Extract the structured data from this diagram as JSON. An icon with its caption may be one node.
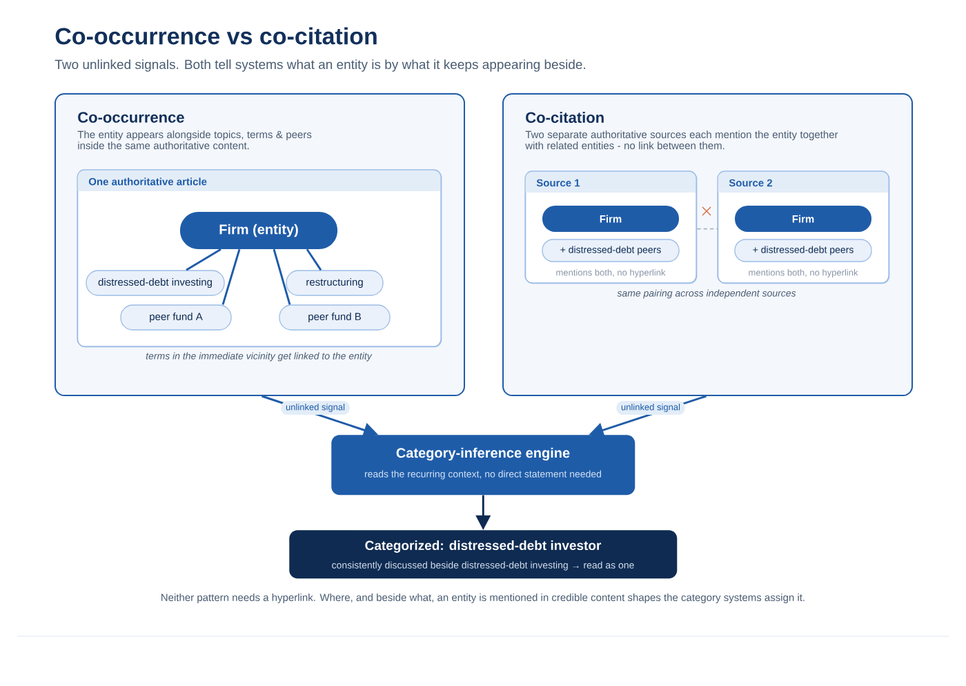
{
  "diagram": {
    "title": "Co-occurrence vs co-citation",
    "caption": "Neither pattern needs a hyperlink. Where, and beside what, an entity is mentioned in credible content shapes the category systems assign it.",
    "labels": [
      "Two unlinked signals. Both tell systems what an entity is by what it keeps appearing beside."
    ],
    "nodes": [
      {
        "text": [
          "Co-occurrence",
          "The entity appears alongside topics, terms & peers inside the same authoritative content.",
          "terms in the immediate vicinity get linked to the entity"
        ]
      },
      {
        "text": [
          "One authoritative article"
        ],
        "in": 0
      },
      {
        "text": [
          "Firm (entity)"
        ],
        "in": 1
      },
      {
        "text": [
          "distressed-debt investing"
        ],
        "in": 1
      },
      {
        "text": [
          "restructuring"
        ],
        "in": 1
      },
      {
        "text": [
          "peer fund A"
        ],
        "in": 1
      },
      {
        "text": [
          "peer fund B"
        ],
        "in": 1
      },
      {
        "text": [
          "Co-citation",
          "Two separate authoritative sources each mention the entity together with related entities - no link between them.",
          "same pairing across independent sources"
        ]
      },
      {
        "text": [
          "Source 1",
          "mentions both, no hyperlink"
        ],
        "in": 7
      },
      {
        "text": [
          "Firm"
        ],
        "in": 8
      },
      {
        "text": [
          "+ distressed-debt peers"
        ],
        "in": 8
      },
      {
        "text": [
          "Source 2",
          "mentions both, no hyperlink"
        ],
        "in": 7
      },
      {
        "text": [
          "Firm"
        ],
        "in": 11
      },
      {
        "text": [
          "+ distressed-debt peers"
        ],
        "in": 11
      },
      {
        "text": [
          "Category-inference engine",
          "reads the recurring context, no direct statement needed"
        ]
      },
      {
        "text": [
          "Categorized: distressed-debt investor",
          "consistently discussed beside distressed-debt investing → read as one"
        ]
      }
    ],
    "edges": [
      {
        "from": 2,
        "to": 3,
        "arrow": "none"
      },
      {
        "from": 2,
        "to": 5,
        "arrow": "none"
      },
      {
        "from": 2,
        "to": 6,
        "arrow": "none"
      },
      {
        "from": 2,
        "to": 4,
        "arrow": "none"
      },
      {
        "from": 8,
        "to": 11,
        "arrow": "none",
        "style": "dashed",
        "color": "#a8b4c4"
      },
      {
        "from": 0,
        "to": 14,
        "arrow": "to",
        "label": "unlinked signal"
      },
      {
        "from": 7,
        "to": 14,
        "arrow": "to",
        "label": "unlinked signal"
      },
      {
        "from": 14,
        "to": 15,
        "arrow": "to",
        "color": "#0f2b52"
      }
    ]
  }
}
